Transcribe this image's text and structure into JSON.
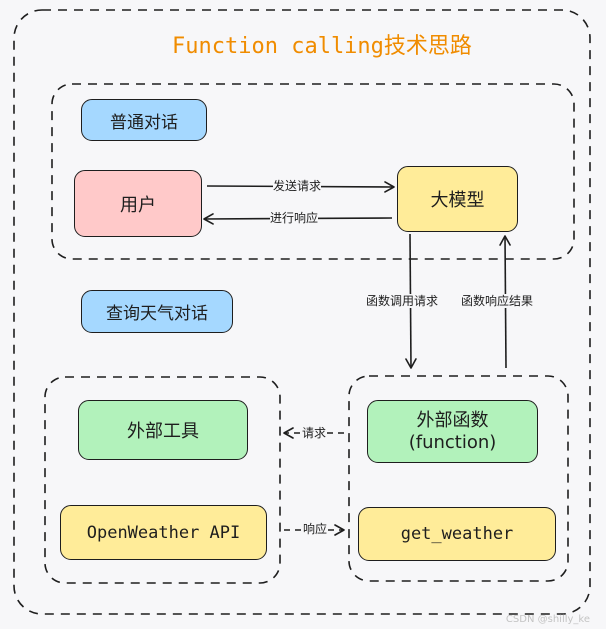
{
  "title": "Function calling技术思路",
  "sections": {
    "normal_chat": "普通对话",
    "weather_chat": "查询天气对话"
  },
  "nodes": {
    "user": "用户",
    "llm": "大模型",
    "external_tool": "外部工具",
    "external_function_line1": "外部函数",
    "external_function_line2": "(function)",
    "openweather": "OpenWeather API",
    "get_weather": "get_weather"
  },
  "edges": {
    "send_request": "发送请求",
    "respond": "进行响应",
    "call_function": "函数调用请求",
    "function_response": "函数响应结果",
    "request": "请求",
    "response": "响应"
  },
  "watermark": "CSDN @shilly_ke",
  "colors": {
    "title": "#f08c00",
    "blue": "#a5d8ff",
    "pink": "#ffc9c9",
    "yellow": "#ffec99",
    "green": "#b2f2bb"
  }
}
